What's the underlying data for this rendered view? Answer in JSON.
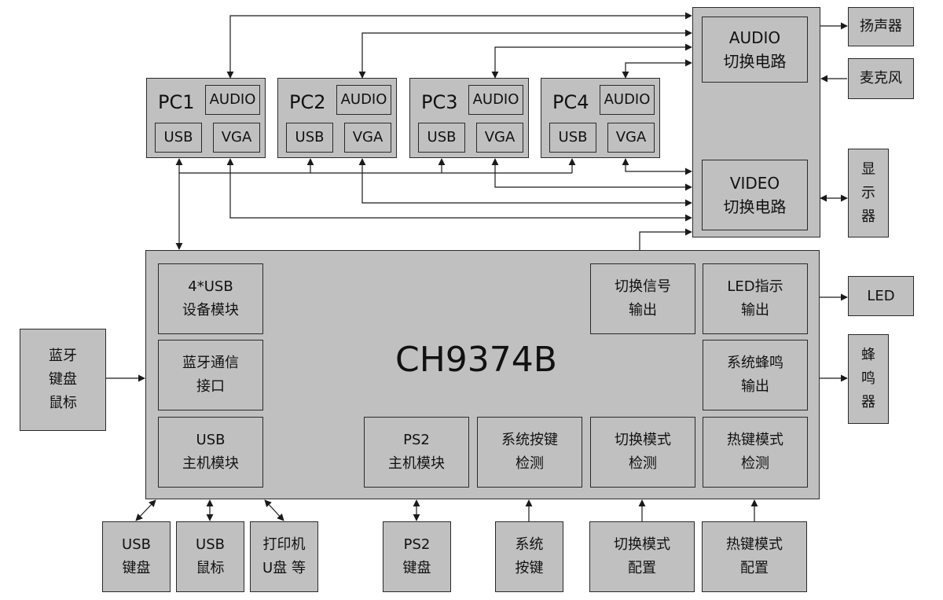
{
  "pcs": [
    {
      "name": "PC1",
      "audio": "AUDIO",
      "usb": "USB",
      "vga": "VGA"
    },
    {
      "name": "PC2",
      "audio": "AUDIO",
      "usb": "USB",
      "vga": "VGA"
    },
    {
      "name": "PC3",
      "audio": "AUDIO",
      "usb": "USB",
      "vga": "VGA"
    },
    {
      "name": "PC4",
      "audio": "AUDIO",
      "usb": "USB",
      "vga": "VGA"
    }
  ],
  "audio_switch": {
    "line1": "AUDIO",
    "line2": "切换电路"
  },
  "video_switch": {
    "line1": "VIDEO",
    "line2": "切换电路"
  },
  "speaker": "扬声器",
  "microphone": "麦克风",
  "display": [
    "显",
    "示",
    "器"
  ],
  "led_device": "LED",
  "buzzer": [
    "蜂",
    "鸣",
    "器"
  ],
  "bluetooth_device": [
    "蓝牙",
    "键盘",
    "鼠标"
  ],
  "chip": {
    "name": "CH9374B",
    "modules": {
      "usb_device": [
        "4*USB",
        "设备模块"
      ],
      "bluetooth_comm": [
        "蓝牙通信",
        "接口"
      ],
      "usb_host": [
        "USB",
        "主机模块"
      ],
      "ps2_host": [
        "PS2",
        "主机模块"
      ],
      "system_key_detect": [
        "系统按键",
        "检测"
      ],
      "switch_mode_detect": [
        "切换模式",
        "检测"
      ],
      "hotkey_mode_detect": [
        "热键模式",
        "检测"
      ],
      "switch_signal_out": [
        "切换信号",
        "输出"
      ],
      "led_indicator_out": [
        "LED指示",
        "输出"
      ],
      "buzzer_out": [
        "系统蜂鸣",
        "输出"
      ]
    }
  },
  "peripherals": {
    "usb_keyboard": [
      "USB",
      "键盘"
    ],
    "usb_mouse": [
      "USB",
      "鼠标"
    ],
    "printer": [
      "打印机",
      "U盘 等"
    ],
    "ps2_keyboard": [
      "PS2",
      "键盘"
    ],
    "system_keys": [
      "系统",
      "按键"
    ],
    "switch_mode_config": [
      "切换模式",
      "配置"
    ],
    "hotkey_mode_config": [
      "热键模式",
      "配置"
    ]
  }
}
